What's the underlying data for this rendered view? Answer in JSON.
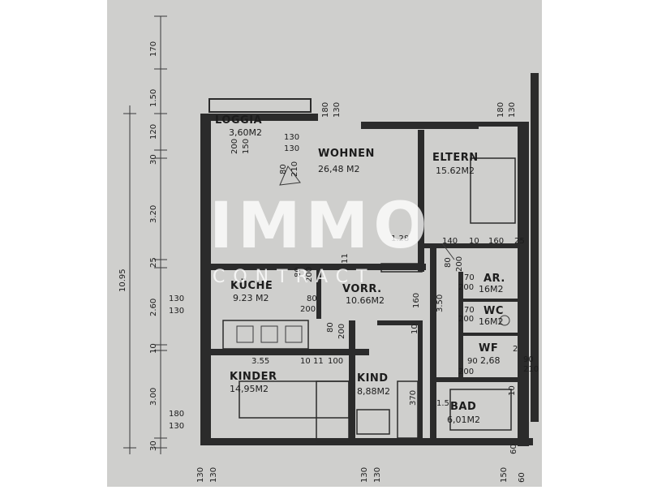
{
  "rooms": {
    "loggia": {
      "name": "LOGGIA",
      "area": "3,60M2"
    },
    "wohnen": {
      "name": "WOHNEN",
      "area": "26,48 M2"
    },
    "eltern": {
      "name": "ELTERN",
      "area": "15.62M2"
    },
    "kueche": {
      "name": "KÜCHE",
      "area": "9.23 M2"
    },
    "vorr": {
      "name": "VORR.",
      "area": "10.66M2"
    },
    "ar": {
      "name": "AR.",
      "area": "16M2"
    },
    "wc": {
      "name": "WC",
      "area": "16M2"
    },
    "wf": {
      "name": "WF",
      "area": "2,68"
    },
    "kinder": {
      "name": "KINDER",
      "area": "14,95M2"
    },
    "kind": {
      "name": "KIND",
      "area": "8,88M2"
    },
    "bad": {
      "name": "BAD",
      "area": "6,01M2"
    }
  },
  "dims": {
    "left_total": "10.95",
    "left_chain": [
      "170",
      "1.50",
      "120",
      "30",
      "3.20",
      "25",
      "2.60",
      "10",
      "3.00",
      "30"
    ],
    "pairs": [
      {
        "top": "180",
        "bottom": "130"
      },
      {
        "top": "180",
        "bottom": "130"
      },
      {
        "top": "130",
        "bottom": "130"
      },
      {
        "top": "180",
        "bottom": "130"
      }
    ],
    "loggia_door": [
      "200",
      "150"
    ],
    "loggia_door_2": [
      "130",
      "130"
    ],
    "wohnen_door": [
      "80",
      "210"
    ],
    "inner": [
      "1.28",
      "140",
      "10",
      "160",
      "25",
      "11",
      "80",
      "200",
      "80",
      "200",
      "80",
      "200",
      "80",
      "200",
      "160",
      "3.50",
      "3.55",
      "10",
      "11",
      "100",
      "370",
      "10",
      "70",
      "200",
      "70",
      "200",
      "90",
      "2",
      "90",
      "210",
      "200",
      "1.5",
      "10",
      "60"
    ],
    "bottom": [
      "130",
      "130",
      "130",
      "130",
      "150",
      "60"
    ]
  },
  "watermark": {
    "top": "IMMO",
    "bottom": "CONTRACT"
  }
}
